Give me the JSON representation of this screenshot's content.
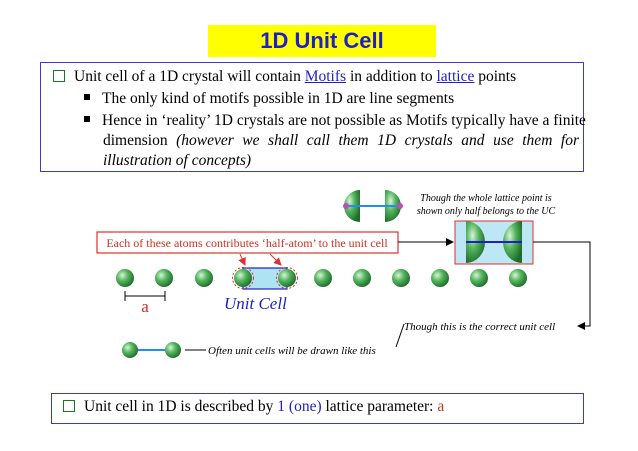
{
  "title": "1D Unit Cell",
  "box1": {
    "line1_pre": "Unit cell of a 1D crystal will contain ",
    "line1_link1": "Motifs",
    "line1_mid": " in addition to ",
    "line1_link2": "lattice",
    "line1_post": " points",
    "bullet1": "The only kind of motifs possible in 1D are line segments",
    "bullet2_l1_pre": "Hence in ‘reality’ 1D crystals are not possible as Motifs typically have a finite",
    "bullet2_l2_pre": "dimension ",
    "bullet2_l2_ital": "(however we shall call them 1D crystals and use them for",
    "bullet2_l3_ital": "illustration of concepts)"
  },
  "diagram": {
    "note_half_l1": "Though the whole lattice point is",
    "note_half_l2": "shown only half belongs to the UC",
    "half_atom_label": "Each of these atoms contributes ‘half-atom’ to the unit cell",
    "param_label": "a",
    "unit_cell_label": "Unit Cell",
    "correct_cell_note": "Though this is the correct unit cell",
    "often_note": "Often unit cells will be drawn like this",
    "colors": {
      "atom": "#2e9a52",
      "cell_fill": "#aee3f3",
      "cell_stroke": "#1f1fc8",
      "red": "#e03030"
    }
  },
  "box2": {
    "pre": "Unit cell in 1D is described by ",
    "num": "1",
    "paren": "(one)",
    "mid": " lattice parameter: ",
    "param": "a"
  }
}
